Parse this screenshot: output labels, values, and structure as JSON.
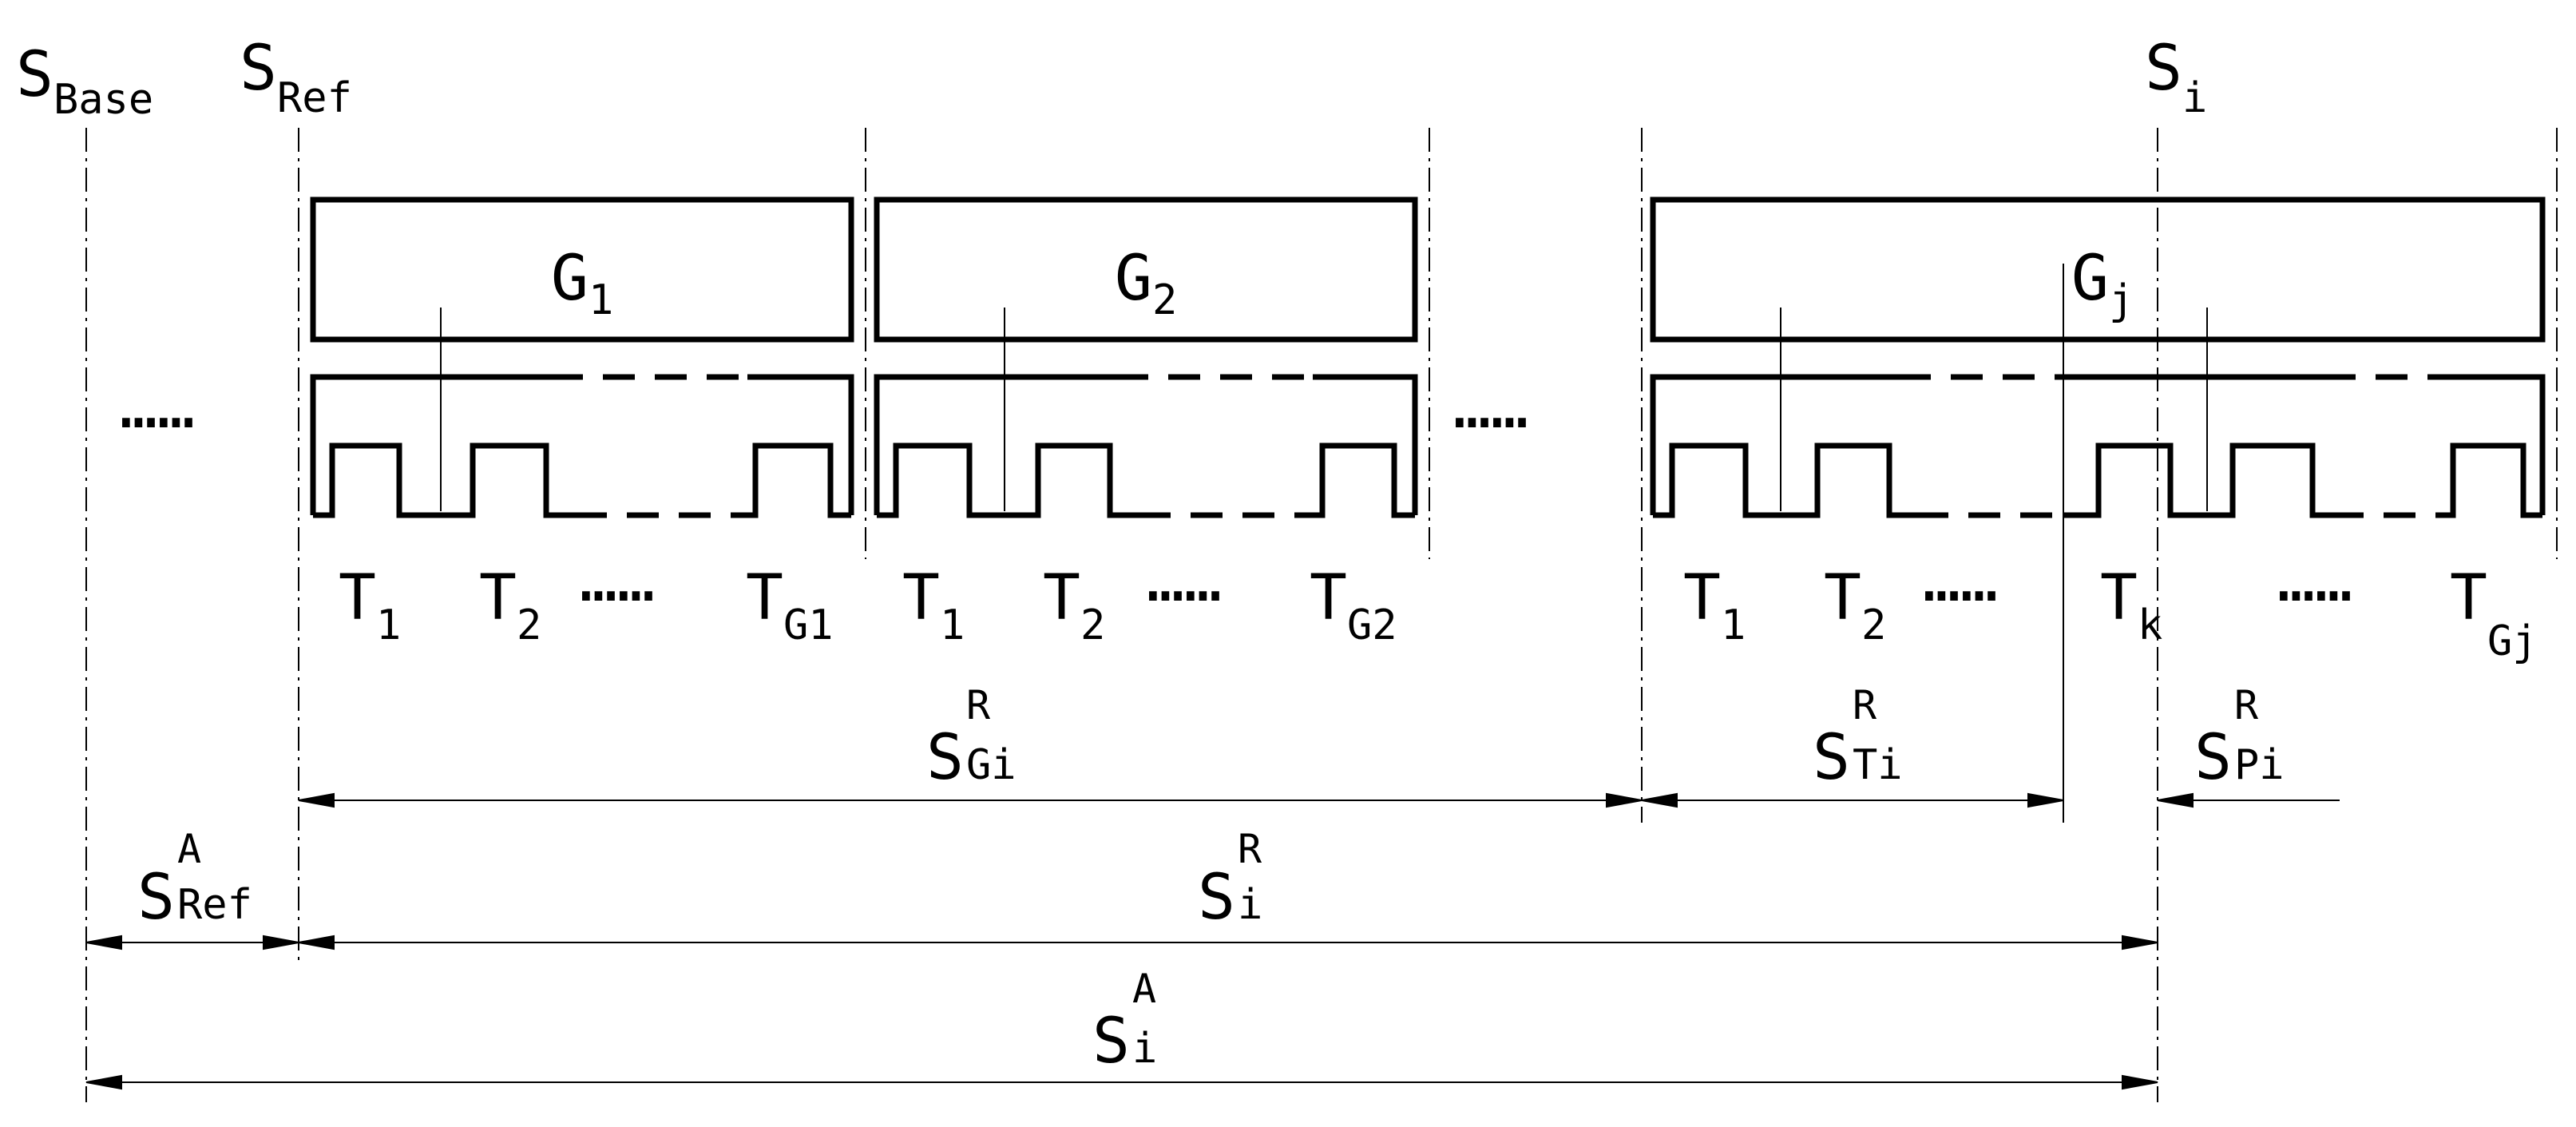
{
  "colors": {
    "ink": "#000000",
    "background": "#ffffff"
  },
  "labels": {
    "s_base": {
      "main": "S",
      "sub": "Base"
    },
    "s_ref": {
      "main": "S",
      "sub": "Ref"
    },
    "s_i": {
      "main": "S",
      "sub": "i"
    },
    "g1": {
      "main": "G",
      "sub": "1"
    },
    "g2": {
      "main": "G",
      "sub": "2"
    },
    "gj": {
      "main": "G",
      "sub": "j"
    },
    "ellipsis": "……",
    "group1_tasks": [
      {
        "main": "T",
        "sub": "1"
      },
      {
        "main": "T",
        "sub": "2"
      },
      {
        "main": "T",
        "sub": "G1"
      }
    ],
    "group2_tasks": [
      {
        "main": "T",
        "sub": "1"
      },
      {
        "main": "T",
        "sub": "2"
      },
      {
        "main": "T",
        "sub": "G2"
      }
    ],
    "groupj_tasks": [
      {
        "main": "T",
        "sub": "1"
      },
      {
        "main": "T",
        "sub": "2"
      },
      {
        "main": "T",
        "sub": "k"
      },
      {
        "main": "T",
        "sub": "Gj"
      }
    ],
    "s_gi_r": {
      "main": "S",
      "sup": "R",
      "sub": "Gi"
    },
    "s_ti_r": {
      "main": "S",
      "sup": "R",
      "sub": "Ti"
    },
    "s_pi_r": {
      "main": "S",
      "sup": "R",
      "sub": "Pi"
    },
    "s_ref_a": {
      "main": "S",
      "sup": "A",
      "sub": "Ref"
    },
    "s_i_r": {
      "main": "S",
      "sup": "R",
      "sub": "i"
    },
    "s_i_a": {
      "main": "S",
      "sup": "A",
      "sub": "i"
    }
  }
}
